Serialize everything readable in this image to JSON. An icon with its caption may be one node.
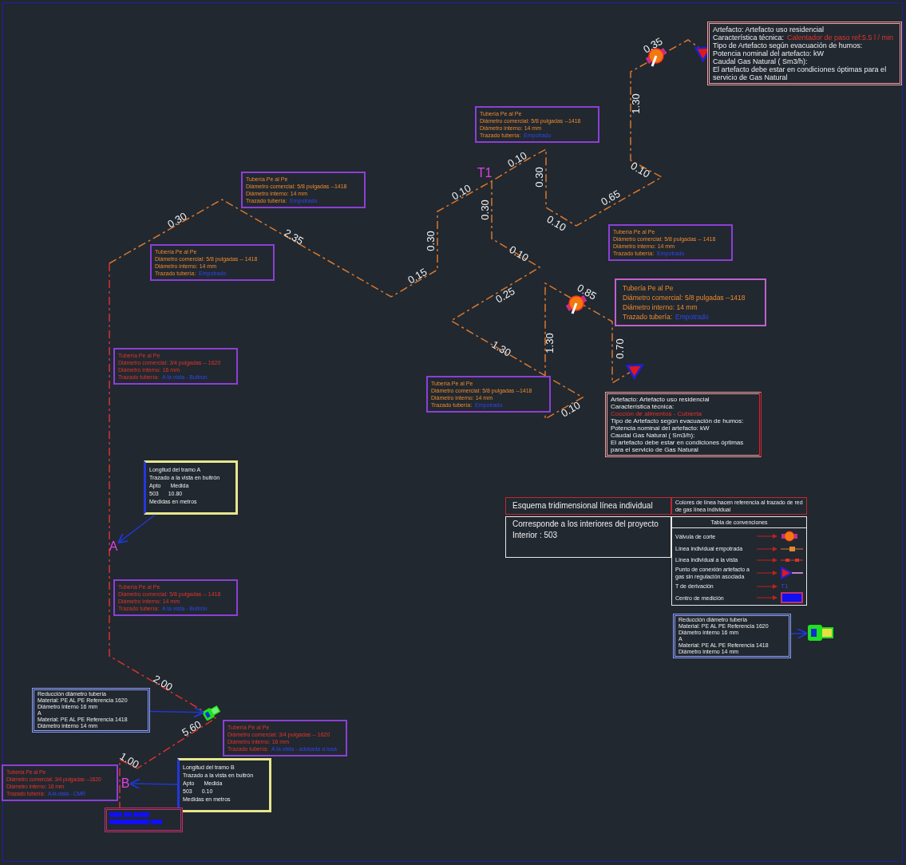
{
  "diagram": {
    "nodes": [
      {
        "text": [
          "Artefacto: Artefacto uso residencial",
          "Característica técnica:",
          "Calentador de paso ref:5.5 l / min",
          "Tipo de Artefacto según evacuación de humos:",
          "Potencia nominal del artefacto: kW",
          "Caudal Gas Natural ( Sm3/h):",
          "El artefacto debe estar en condiciones óptimas para el servicio de Gas Natural"
        ]
      },
      {
        "text": [
          "Tubería Pe al Pe",
          "Diámetro comercial: 5/8 pulgadas --1418",
          "Diámetro interno: 14 mm",
          "Trazado tubería:",
          "Empotrado"
        ]
      },
      {
        "text": [
          "Tubería Pe al Pe",
          "Diámetro comercial: 5/8 pulgadas --1418",
          "Diámetro interno: 14 mm",
          "Trazado tubería:",
          "Empotrado"
        ]
      },
      {
        "text": [
          "Tubería Pe al Pe",
          "Diámetro comercial: 5/8 pulgadas -- 1418",
          "Diámetro interno: 14 mm",
          "Trazado tubería:",
          "Empotrado"
        ]
      },
      {
        "text": [
          "Tubería Pe al Pe",
          "Diámetro comercial: 5/8 pulgadas -- 1418",
          "Diámetro interno: 14 mm",
          "Trazado tubería:",
          "Empotrado"
        ]
      },
      {
        "text": [
          "Tubería Pe al Pe",
          "Diámetro comercial: 5/8 pulgadas --1418",
          "Diámetro interno: 14 mm",
          "Trazado tubería:",
          "Empotrado"
        ]
      },
      {
        "text": [
          "Tubería Pe al Pe",
          "Diámetro comercial: 5/8 pulgadas --1418",
          "Diámetro interno: 14 mm",
          "Trazado tubería:",
          "Empotrado"
        ]
      },
      {
        "text": [
          "Artefacto: Artefacto uso residencial",
          "Característica técnica:",
          "Cocción de alimentos - Cubierta",
          "Tipo de Artefacto según evacuación de humos:",
          "Potencia nominal del artefacto: kW",
          "Caudal Gas Natural ( Sm3/h):",
          "El artefacto debe estar en condiciones óptimas para el servicio de Gas Natural"
        ]
      },
      {
        "text": [
          "Tubería Pe al Pe",
          "Diámetro comercial: 3/4 pulgadas -- 1620",
          "Diámetro interno: 16 mm",
          "Trazado tubería:",
          "A la vista - Buitrón"
        ]
      },
      {
        "text": [
          "Longitud del tramo A",
          "Trazado a la vista en buitrón",
          "Apto",
          "Medida",
          "503",
          "10.80",
          "Medidas en metros"
        ]
      },
      {
        "text": [
          "Tubería Pe al Pe",
          "Diámetro comercial: 5/8 pulgadas -- 1418",
          "Diámetro interno: 14 mm",
          "Trazado tubería:",
          "A la vista - Buitrón"
        ]
      },
      {
        "text": [
          "Reducción diámetro tubería",
          "Material: PE AL PE Referencia 1620",
          "Diámetro interno 16 mm",
          "A",
          "Material: PE AL PE Referencia 1418",
          "Diámetro interno 14 mm"
        ]
      },
      {
        "text": [
          "Tubería Pe al Pe",
          "Diámetro comercial: 3/4 pulgadas -- 1620",
          "Diámetro interno: 16 mm",
          "Trazado tubería:",
          "A la vista - adosada a losa"
        ]
      },
      {
        "text": [
          "Tubería Pe al Pe",
          "Diámetro comercial: 3/4 pulgadas --1620",
          "Diámetro interno: 16 mm",
          "Trazado tubería:",
          "A la vista - CMR"
        ]
      },
      {
        "text": [
          "Longitud del tramo B",
          "Trazado a la vista en buitrón",
          "Apto",
          "Medida",
          "503",
          "0.10",
          "Medidas en metros"
        ]
      },
      {
        "text": [],
        "shape": "box"
      },
      {
        "text": [
          "Esquema tridimensional línea individual"
        ]
      },
      {
        "text": [
          "Corresponde a los interiores del proyecto",
          "Interior : 503"
        ]
      },
      {
        "text": [
          "Colores de línea hacen referencia al trazado de red de gas línea individual"
        ]
      },
      {
        "text": [
          "Tabla de convenciones",
          "Válvula de corte",
          "Línea individual empotrada",
          "Línea individual a la vista",
          "Punto de conexión artefacto a gas sin regulación asociada",
          "T de derivación",
          "T1",
          "Centro de medición"
        ]
      },
      {
        "text": [
          "Reducción diámetro tubería",
          "Material: PE AL PE Referencia 1620",
          "Diámetro interno 16 mm",
          "A",
          "Material: PE AL PE Referencia 1418",
          "Diámetro interno 14 mm"
        ]
      },
      {
        "text": [
          "A"
        ]
      },
      {
        "text": [
          "B"
        ]
      },
      {
        "text": [],
        "shape": "picture"
      },
      {
        "text": [],
        "shape": "picture"
      }
    ],
    "edges": [
      {
        "from": 9,
        "to": 21,
        "arrow": "to"
      },
      {
        "from": 11,
        "to": 23,
        "arrow": "to"
      },
      {
        "from": 14,
        "to": 22,
        "arrow": "to"
      },
      {
        "from": 20,
        "to": 24,
        "arrow": "to"
      }
    ],
    "labels": [
      "0.35",
      "1.30",
      "0.10",
      "0.30",
      "0.10",
      "T1",
      "0.10",
      "0.65",
      "0.30",
      "0.30",
      "0.10",
      "0.10",
      "2.35",
      "0.30",
      "0.15",
      "0.85",
      "0.25",
      "1.30",
      "1.30",
      "0.70",
      "0.10",
      "2.00",
      "5.60",
      "1.00"
    ]
  }
}
